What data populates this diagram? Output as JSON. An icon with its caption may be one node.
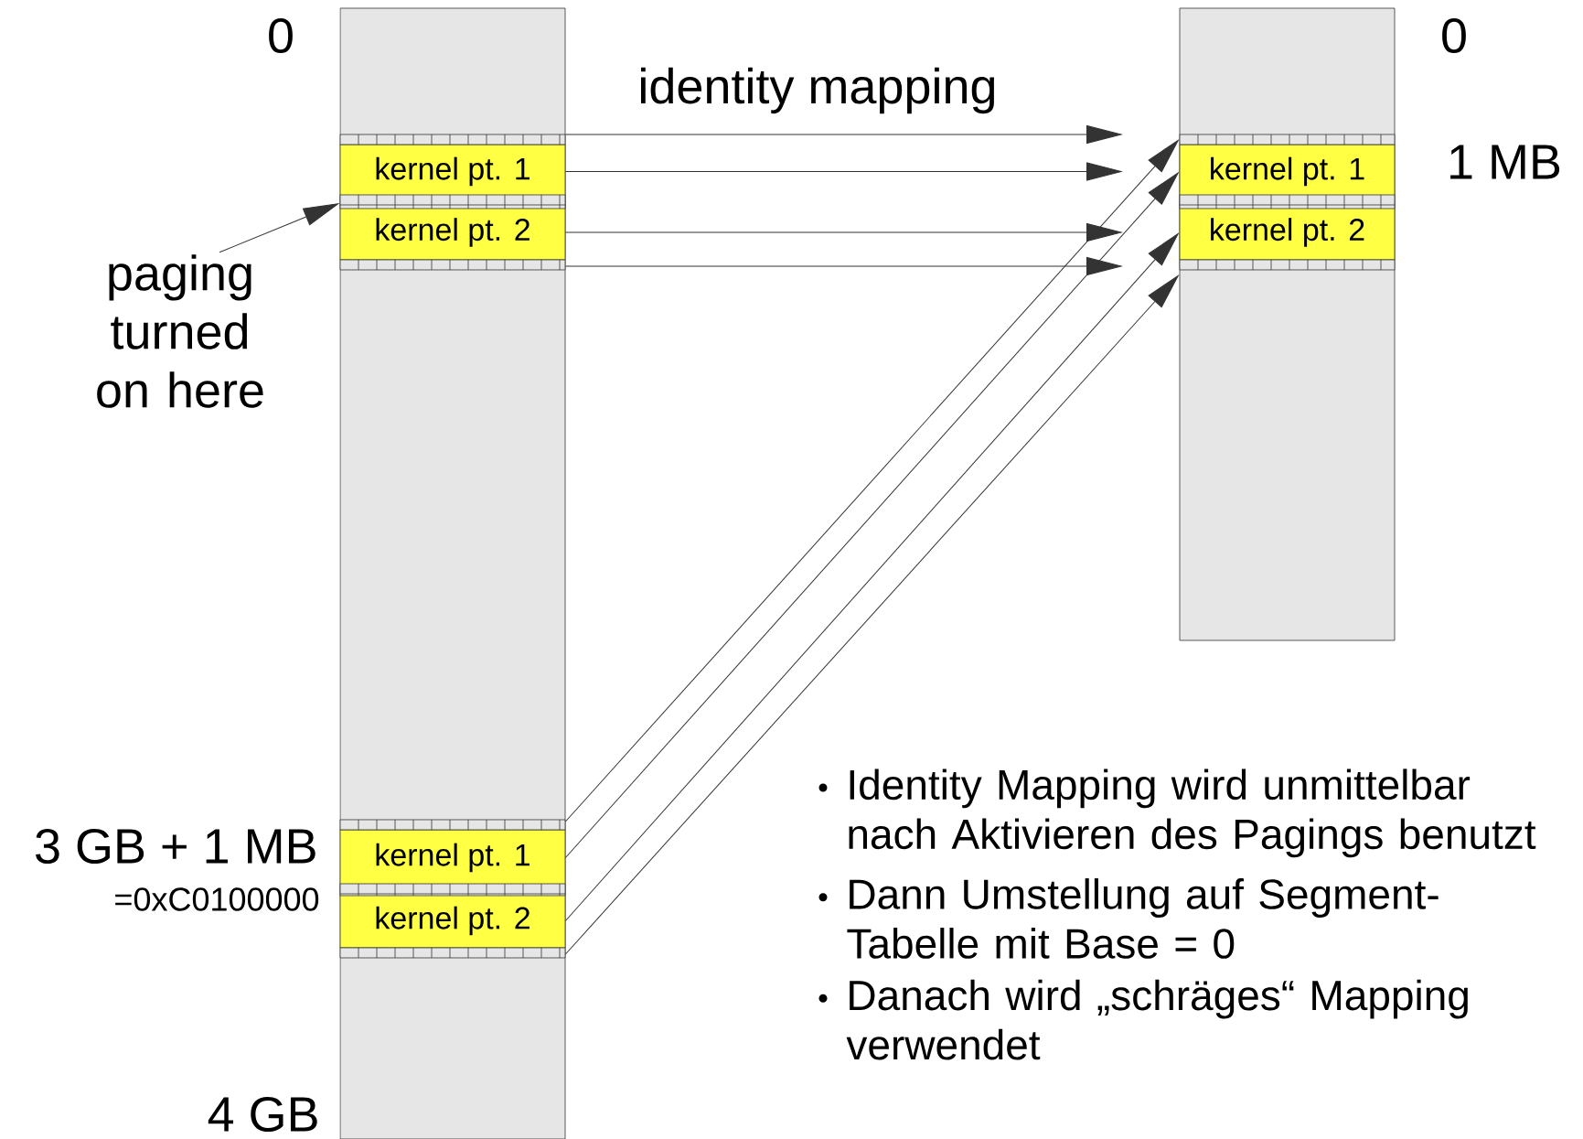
{
  "diagram": {
    "nodes": [
      {
        "text": [],
        "shape": "box",
        "beside": [
          "0",
          "3 GB + 1 MB",
          "=0xC0100000",
          "4 GB"
        ]
      },
      {
        "text": [
          "kernel pt. 1"
        ],
        "in": 0
      },
      {
        "text": [
          "kernel pt. 2"
        ],
        "in": 0
      },
      {
        "text": [
          "kernel pt. 1"
        ],
        "in": 0
      },
      {
        "text": [
          "kernel pt. 2"
        ],
        "in": 0
      },
      {
        "text": [],
        "shape": "box",
        "beside": [
          "0",
          "1 MB"
        ]
      },
      {
        "text": [
          "kernel pt. 1"
        ],
        "in": 5
      },
      {
        "text": [
          "kernel pt. 2"
        ],
        "in": 5
      },
      {
        "text": [
          "paging turned on here"
        ]
      }
    ],
    "edges": [
      {
        "from": 0,
        "to": null,
        "arrow": "to"
      },
      {
        "from": 1,
        "to": null,
        "arrow": "to"
      },
      {
        "from": 2,
        "to": null,
        "arrow": "to"
      },
      {
        "from": 0,
        "to": null,
        "arrow": "to"
      },
      {
        "from": 0,
        "to": 5,
        "arrow": "to"
      },
      {
        "from": 3,
        "to": 6,
        "arrow": "to"
      },
      {
        "from": 4,
        "to": 7,
        "arrow": "to"
      },
      {
        "from": 0,
        "to": 5,
        "arrow": "to"
      },
      {
        "from": 8,
        "to": 0,
        "arrow": "to"
      }
    ],
    "labels": [
      "identity mapping",
      "Identity Mapping wird unmittelbar nach Aktivieren des Pagings benutzt",
      "Dann Umstellung auf Segment-Tabelle mit Base = 0",
      "Danach wird „schräges“ Mapping verwendet"
    ]
  }
}
